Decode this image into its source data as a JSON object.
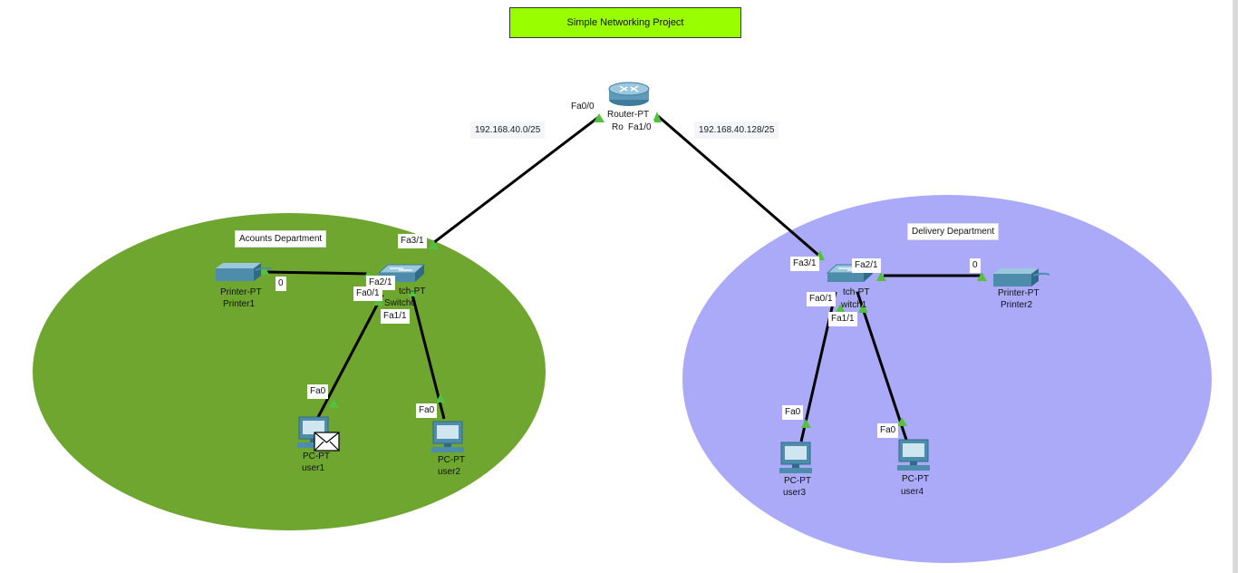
{
  "title": "Simple Networking Project",
  "areas": {
    "accounts": "Acounts Department",
    "delivery": "Delivery Department"
  },
  "networks": {
    "left": "192.168.40.0/25",
    "right": "192.168.40.128/25"
  },
  "router": {
    "type": "Router-PT",
    "name": "Ro"
  },
  "switch0": {
    "type": "tch-PT",
    "name": "Switch0"
  },
  "switch1": {
    "type": "tch-PT",
    "name": "witch1"
  },
  "printer1": {
    "type": "Printer-PT",
    "name": "Printer1"
  },
  "printer2": {
    "type": "Printer-PT",
    "name": "Printer2"
  },
  "pcs": [
    {
      "type": "PC-PT",
      "name": "user1"
    },
    {
      "type": "PC-PT",
      "name": "user2"
    },
    {
      "type": "PC-PT",
      "name": "user3"
    },
    {
      "type": "PC-PT",
      "name": "user4"
    }
  ],
  "ports": {
    "router_fa00": "Fa0/0",
    "router_fa10": "Fa1/0",
    "sw0_fa31": "Fa3/1",
    "sw0_fa21": "Fa2/1",
    "sw0_fa01": "Fa0/1",
    "sw0_fa11": "Fa1/1",
    "printer1_p": "0",
    "user1_fa0": "Fa0",
    "user2_fa0": "Fa0",
    "sw1_fa31": "Fa3/1",
    "sw1_fa21": "Fa2/1",
    "sw1_fa01": "Fa0/1",
    "sw1_fa11": "Fa1/1",
    "printer2_p": "0",
    "user3_fa0": "Fa0",
    "user4_fa0": "Fa0"
  },
  "colors": {
    "accounts_area": "#6fa630",
    "delivery_area": "#aaaaf8",
    "title_bg": "#99ff00",
    "link": "#000000",
    "link_up": "#55c040"
  },
  "icons": [
    "router-icon",
    "switch-icon",
    "printer-icon",
    "pc-icon",
    "envelope-icon"
  ]
}
